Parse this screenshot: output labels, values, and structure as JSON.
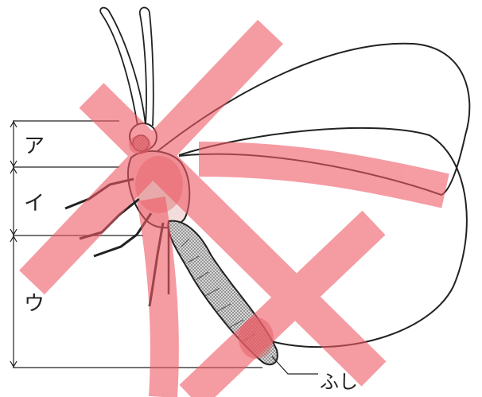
{
  "labels": {
    "head": "ア",
    "thorax": "イ",
    "abdomen": "ウ",
    "joint": "ふし"
  },
  "colors": {
    "background": "#ffffff",
    "line": "#222222",
    "cross_mark": "#f05a66",
    "highlight": "#d96a6a",
    "abdomen_fill": "#bdbdbd"
  },
  "icons": {
    "cross_mark": "x-mark-icon"
  }
}
